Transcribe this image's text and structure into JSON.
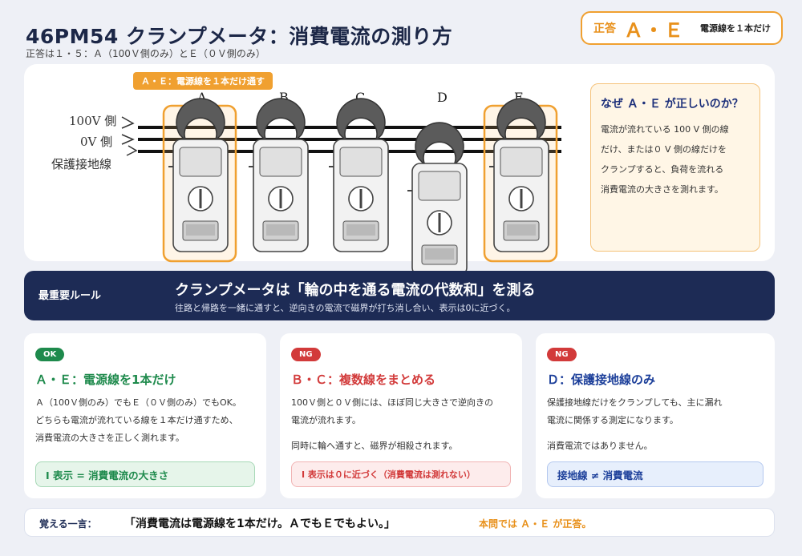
{
  "header": {
    "title": "46PM54 クランプメータ：消費電流の測り方",
    "subtitle": "正答は１・５：Ａ（100Ｖ側のみ）とＥ（０Ｖ側のみ）"
  },
  "answer_badge": {
    "label": "正答",
    "answer": "Ａ・Ｅ",
    "note": "電源線を１本だけ"
  },
  "diagram": {
    "callout": "Ａ・Ｅ：電源線を１本だけ通す",
    "wires": [
      "100V 側",
      "0V 側",
      "保護接地線"
    ],
    "letters": [
      "A",
      "B",
      "C",
      "D",
      "E"
    ],
    "highlight_color": "#f0a030"
  },
  "why_box": {
    "title": "なぜ Ａ・Ｅ が正しいのか？",
    "lines": [
      "電流が流れている 100 V 側の線",
      "だけ、または０ V 側の線だけを",
      "クランプすると、負荷を流れる",
      "消費電流の大きさを測れます。"
    ]
  },
  "rule": {
    "label": "最重要ルール",
    "headline": "クランプメータは「輪の中を通る電流の代数和」を測る",
    "sub": "往路と帰路を一緒に通すと、逆向きの電流で磁界が打ち消し合い、表示は0に近づく。"
  },
  "cards": [
    {
      "badge": "OK",
      "title": "Ａ・Ｅ：電源線を1本だけ",
      "body": [
        "Ａ（100Ｖ側のみ）でもＥ（０Ｖ側のみ）でもOK。",
        "どちらも電流が流れている線を１本だけ通すため、",
        "消費電流の大きさを正しく測れます。"
      ],
      "pill": "I 表示 = 消費電流の大きさ",
      "color": "#1e8a4c"
    },
    {
      "badge": "NG",
      "title": "Ｂ・Ｃ：複数線をまとめる",
      "body": [
        "100Ｖ側と０Ｖ側には、ほぼ同じ大きさで逆向きの",
        "電流が流れます。",
        "",
        "同時に輪へ通すと、磁界が相殺されます。"
      ],
      "pill": "I 表示は０に近づく（消費電流は測れない）",
      "color": "#d23a3a"
    },
    {
      "badge": "NG",
      "title": "Ｄ：保護接地線のみ",
      "body": [
        "保護接地線だけをクランプしても、主に漏れ",
        "電流に関係する測定になります。",
        "",
        "消費電流ではありません。"
      ],
      "pill": "接地線 ≠ 消費電流",
      "color": "#1c3f9a"
    }
  ],
  "footer": {
    "label": "覚える一言：",
    "phrase": "「消費電流は電源線を1本だけ。ＡでもＥでもよい。」",
    "conclusion": "本問では Ａ・Ｅ が正答。"
  }
}
